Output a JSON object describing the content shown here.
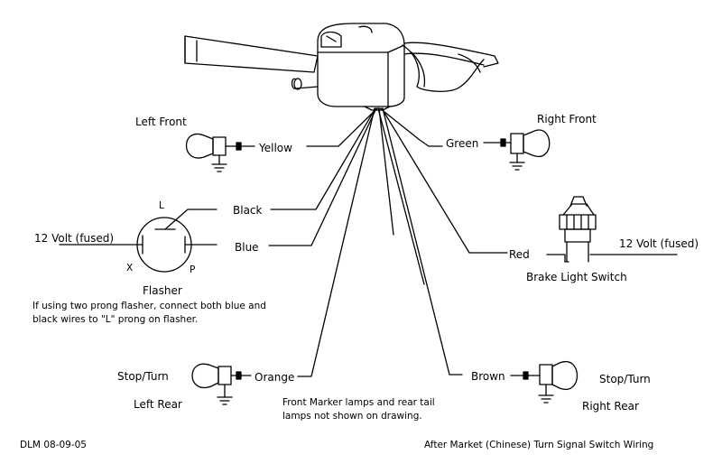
{
  "labels": {
    "left_front": "Left Front",
    "right_front": "Right Front",
    "yellow": "Yellow",
    "green": "Green",
    "black": "Black",
    "blue": "Blue",
    "red": "Red",
    "orange": "Orange",
    "brown": "Brown",
    "volt_left": "12 Volt (fused)",
    "volt_right": "12 Volt (fused)",
    "prong_l": "L",
    "prong_x": "X",
    "prong_p": "P",
    "flasher": "Flasher",
    "brake_switch": "Brake Light  Switch",
    "stop_turn_left": "Stop/Turn",
    "left_rear": "Left Rear",
    "stop_turn_right": "Stop/Turn",
    "right_rear": "Right Rear"
  },
  "notes": {
    "flasher_line1": "If using two prong flasher, connect both blue and",
    "flasher_line2": "black wires to \"L\" prong on flasher.",
    "marker_line1": "Front Marker lamps and rear tail",
    "marker_line2": "lamps not shown on drawing."
  },
  "footer": {
    "author_date": "DLM  08-09-05",
    "title": "After Market (Chinese) Turn Signal Switch Wiring"
  }
}
